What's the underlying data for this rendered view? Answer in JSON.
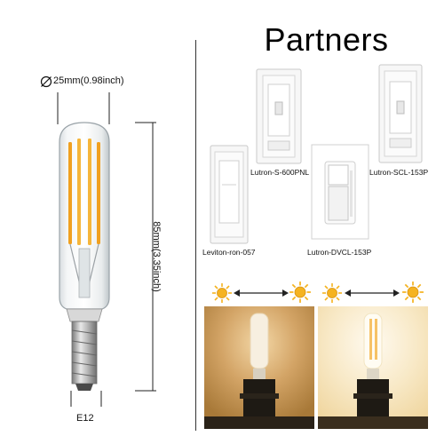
{
  "title": "Partners",
  "bulb": {
    "diameter_label": "25mm(0.98inch)",
    "height_label": "85mm(3.35inch)",
    "base_label": "E12"
  },
  "switches": [
    {
      "label": "Lutron-S-600PNL"
    },
    {
      "label": "Lutron-SCL-153P"
    },
    {
      "label": "Leviton-ron-057"
    },
    {
      "label": "Lutron-DVCL-153P"
    }
  ],
  "icons": [
    "diameter-icon",
    "sun-icon",
    "double-arrow-icon"
  ],
  "colors": {
    "filament": "#f0a020",
    "dim_bg": "#c79a5a",
    "bright_bg": "#f6e2b5",
    "sun": "#f5b321"
  }
}
